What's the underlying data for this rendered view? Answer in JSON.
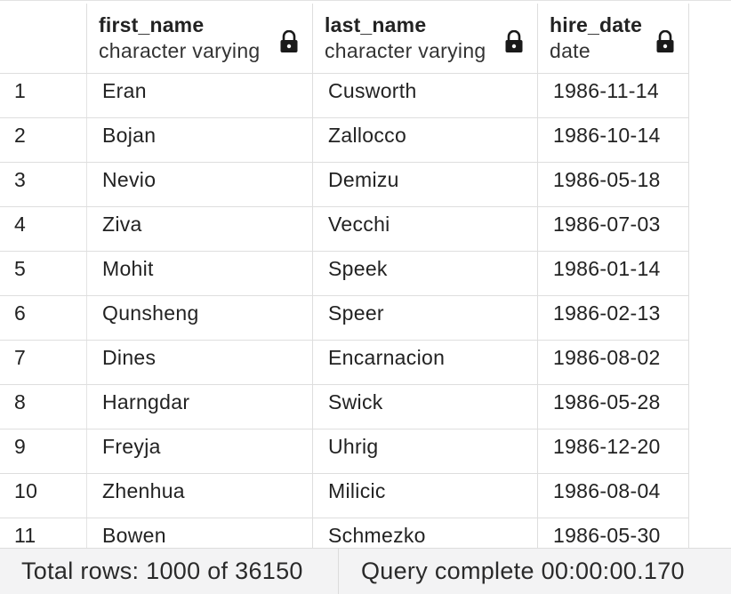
{
  "columns": [
    {
      "name": "first_name",
      "type": "character varying",
      "locked": true
    },
    {
      "name": "last_name",
      "type": "character varying",
      "locked": true
    },
    {
      "name": "hire_date",
      "type": "date",
      "locked": true
    }
  ],
  "rows": [
    {
      "index": "1",
      "first_name": "Eran",
      "last_name": "Cusworth",
      "hire_date": "1986-11-14"
    },
    {
      "index": "2",
      "first_name": "Bojan",
      "last_name": "Zallocco",
      "hire_date": "1986-10-14"
    },
    {
      "index": "3",
      "first_name": "Nevio",
      "last_name": "Demizu",
      "hire_date": "1986-05-18"
    },
    {
      "index": "4",
      "first_name": "Ziva",
      "last_name": "Vecchi",
      "hire_date": "1986-07-03"
    },
    {
      "index": "5",
      "first_name": "Mohit",
      "last_name": "Speek",
      "hire_date": "1986-01-14"
    },
    {
      "index": "6",
      "first_name": "Qunsheng",
      "last_name": "Speer",
      "hire_date": "1986-02-13"
    },
    {
      "index": "7",
      "first_name": "Dines",
      "last_name": "Encarnacion",
      "hire_date": "1986-08-02"
    },
    {
      "index": "8",
      "first_name": "Harngdar",
      "last_name": "Swick",
      "hire_date": "1986-05-28"
    },
    {
      "index": "9",
      "first_name": "Freyja",
      "last_name": "Uhrig",
      "hire_date": "1986-12-20"
    },
    {
      "index": "10",
      "first_name": "Zhenhua",
      "last_name": "Milicic",
      "hire_date": "1986-08-04"
    },
    {
      "index": "11",
      "first_name": "Bowen",
      "last_name": "Schmezko",
      "hire_date": "1986-05-30"
    }
  ],
  "status": {
    "total_rows": "Total rows: 1000 of 36150",
    "query": "Query complete 00:00:00.170"
  },
  "icons": {
    "lock": "lock-icon"
  },
  "colors": {
    "grid_line": "#dedede",
    "status_bg": "#f3f3f4",
    "text": "#222222"
  }
}
